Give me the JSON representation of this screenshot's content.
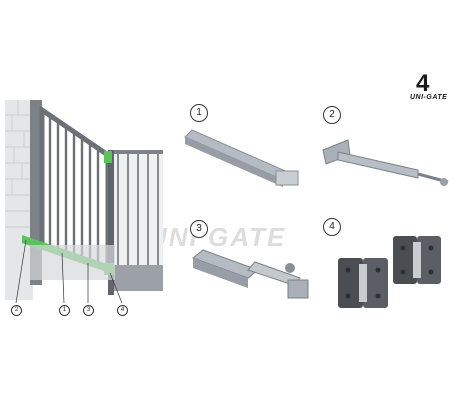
{
  "logo": {
    "mark": "4",
    "name": "UNI-GATE"
  },
  "watermark": {
    "text": "UNI GATE"
  },
  "parts": [
    {
      "number": "1",
      "name": "horizontal-profile"
    },
    {
      "number": "2",
      "name": "adjustable-strut"
    },
    {
      "number": "3",
      "name": "profile-end-connector"
    },
    {
      "number": "4",
      "name": "hinges"
    }
  ],
  "callouts": [
    "2",
    "1",
    "3",
    "4"
  ],
  "colors": {
    "highlight": "#5cc35c",
    "metal": "#a9b0b8",
    "hinge": "#4a4d52",
    "wall": "#d9dcdf"
  }
}
